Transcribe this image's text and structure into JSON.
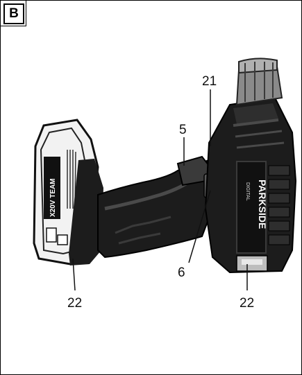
{
  "figure": {
    "panel_label": "B",
    "callouts": [
      {
        "id": "21",
        "text": "21"
      },
      {
        "id": "5",
        "text": "5"
      },
      {
        "id": "6",
        "text": "6"
      },
      {
        "id": "22a",
        "text": "22"
      },
      {
        "id": "22b",
        "text": "22"
      }
    ],
    "battery_branding": "X20V TEAM",
    "tool_branding": "PARKSIDE",
    "tool_sub_branding": "DIGITAL"
  },
  "colors": {
    "frame": "#000000",
    "tool_body": "#1c1c1c",
    "tool_highlight": "#4a4a4a",
    "chuck": "#8a8a8a",
    "battery_body": "#f2f2f2"
  }
}
